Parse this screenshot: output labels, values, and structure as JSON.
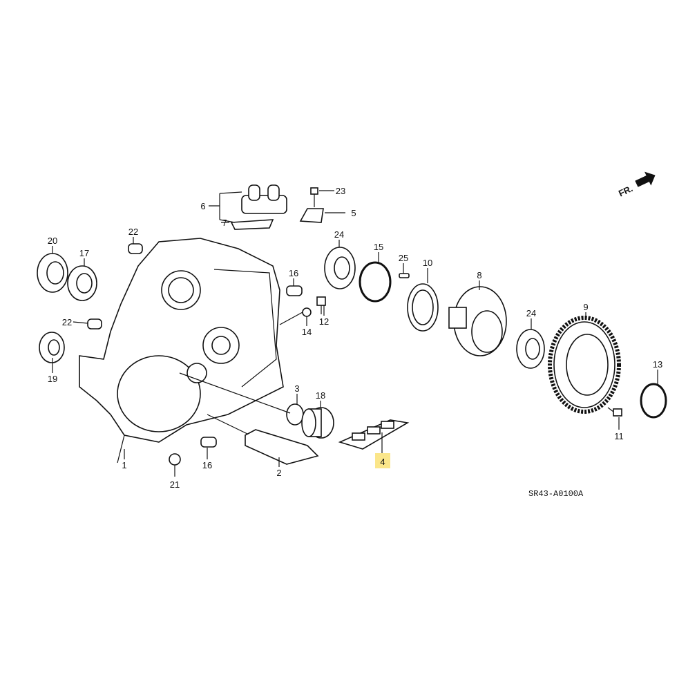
{
  "diagram": {
    "code": "SR43-A0100A",
    "direction_label": "FR.",
    "highlight_color": "#fbe68a",
    "callouts": {
      "c1": "1",
      "c2": "2",
      "c3": "3",
      "c4": "4",
      "c5": "5",
      "c6": "6",
      "c7": "7",
      "c8": "8",
      "c9": "9",
      "c10": "10",
      "c11": "11",
      "c12": "12",
      "c13": "13",
      "c14": "14",
      "c15": "15",
      "c16a": "16",
      "c16b": "16",
      "c17": "17",
      "c18": "18",
      "c19": "19",
      "c20": "20",
      "c21": "21",
      "c22a": "22",
      "c22b": "22",
      "c23": "23",
      "c24a": "24",
      "c24b": "24",
      "c25": "25"
    },
    "highlighted_part": "4"
  }
}
